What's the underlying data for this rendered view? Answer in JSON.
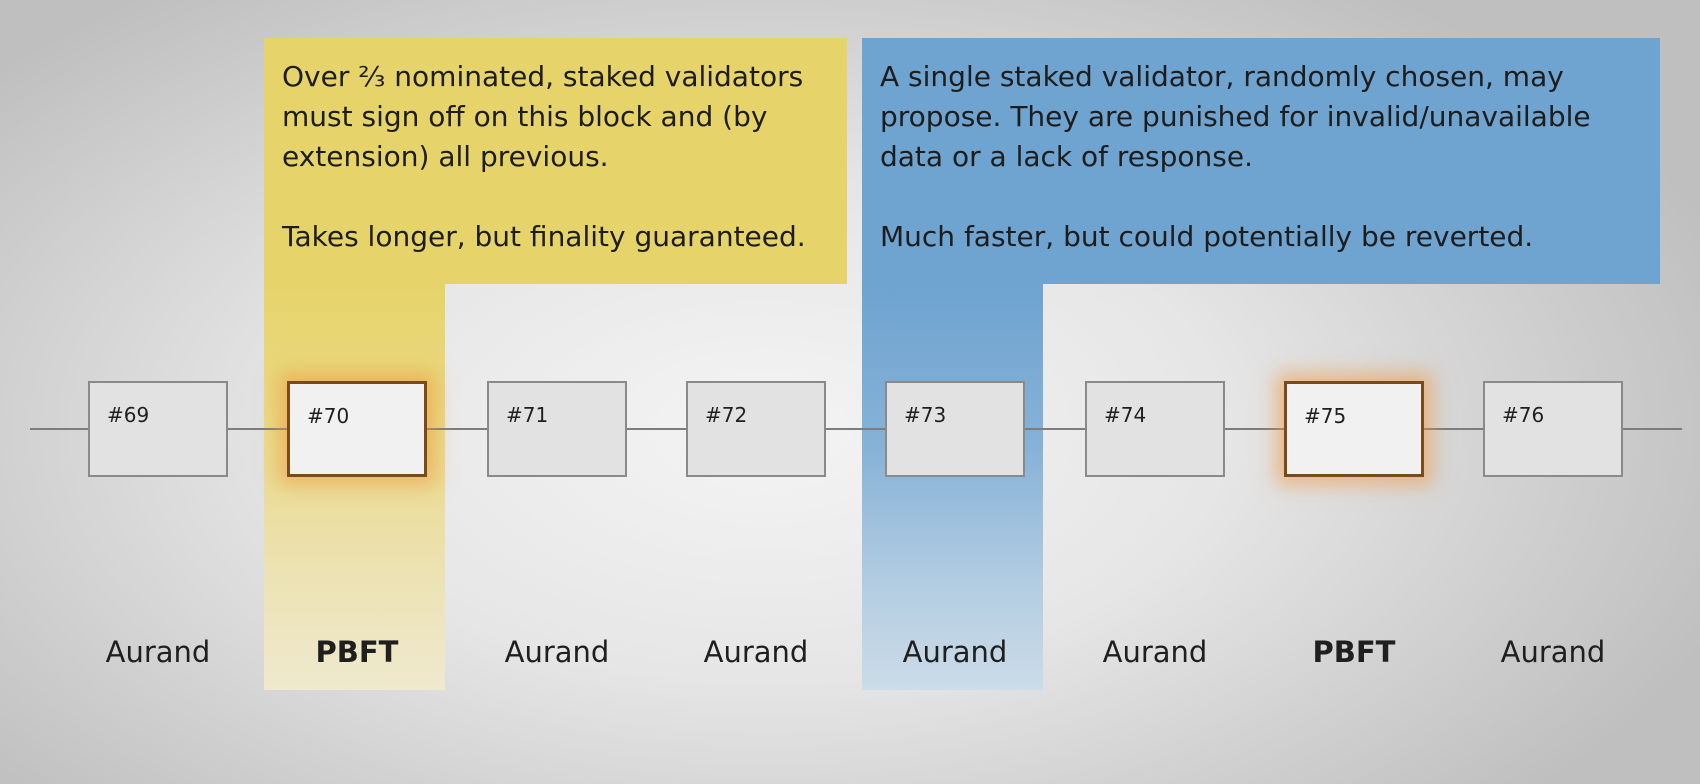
{
  "callouts": {
    "pbft": {
      "paragraph1": "Over ⅔ nominated, staked validators must sign off on this block and (by extension) all previous.",
      "paragraph2": "Takes longer, but finality guaranteed.",
      "color": "#e6d46a"
    },
    "aurand": {
      "paragraph1": "A single staked validator, randomly chosen, may propose. They are punished for invalid/unavailable data or a lack of response.",
      "paragraph2": "Much faster, but could potentially be reverted.",
      "color": "#6fa3d0"
    }
  },
  "blocks": [
    {
      "id": "#69",
      "label": "Aurand",
      "finalized": false
    },
    {
      "id": "#70",
      "label": "PBFT",
      "finalized": true
    },
    {
      "id": "#71",
      "label": "Aurand",
      "finalized": false
    },
    {
      "id": "#72",
      "label": "Aurand",
      "finalized": false
    },
    {
      "id": "#73",
      "label": "Aurand",
      "finalized": false
    },
    {
      "id": "#74",
      "label": "Aurand",
      "finalized": false
    },
    {
      "id": "#75",
      "label": "PBFT",
      "finalized": true
    },
    {
      "id": "#76",
      "label": "Aurand",
      "finalized": false
    }
  ],
  "colors": {
    "finalized_glow": "#ee963c",
    "block_border": "#8a8a8a"
  }
}
